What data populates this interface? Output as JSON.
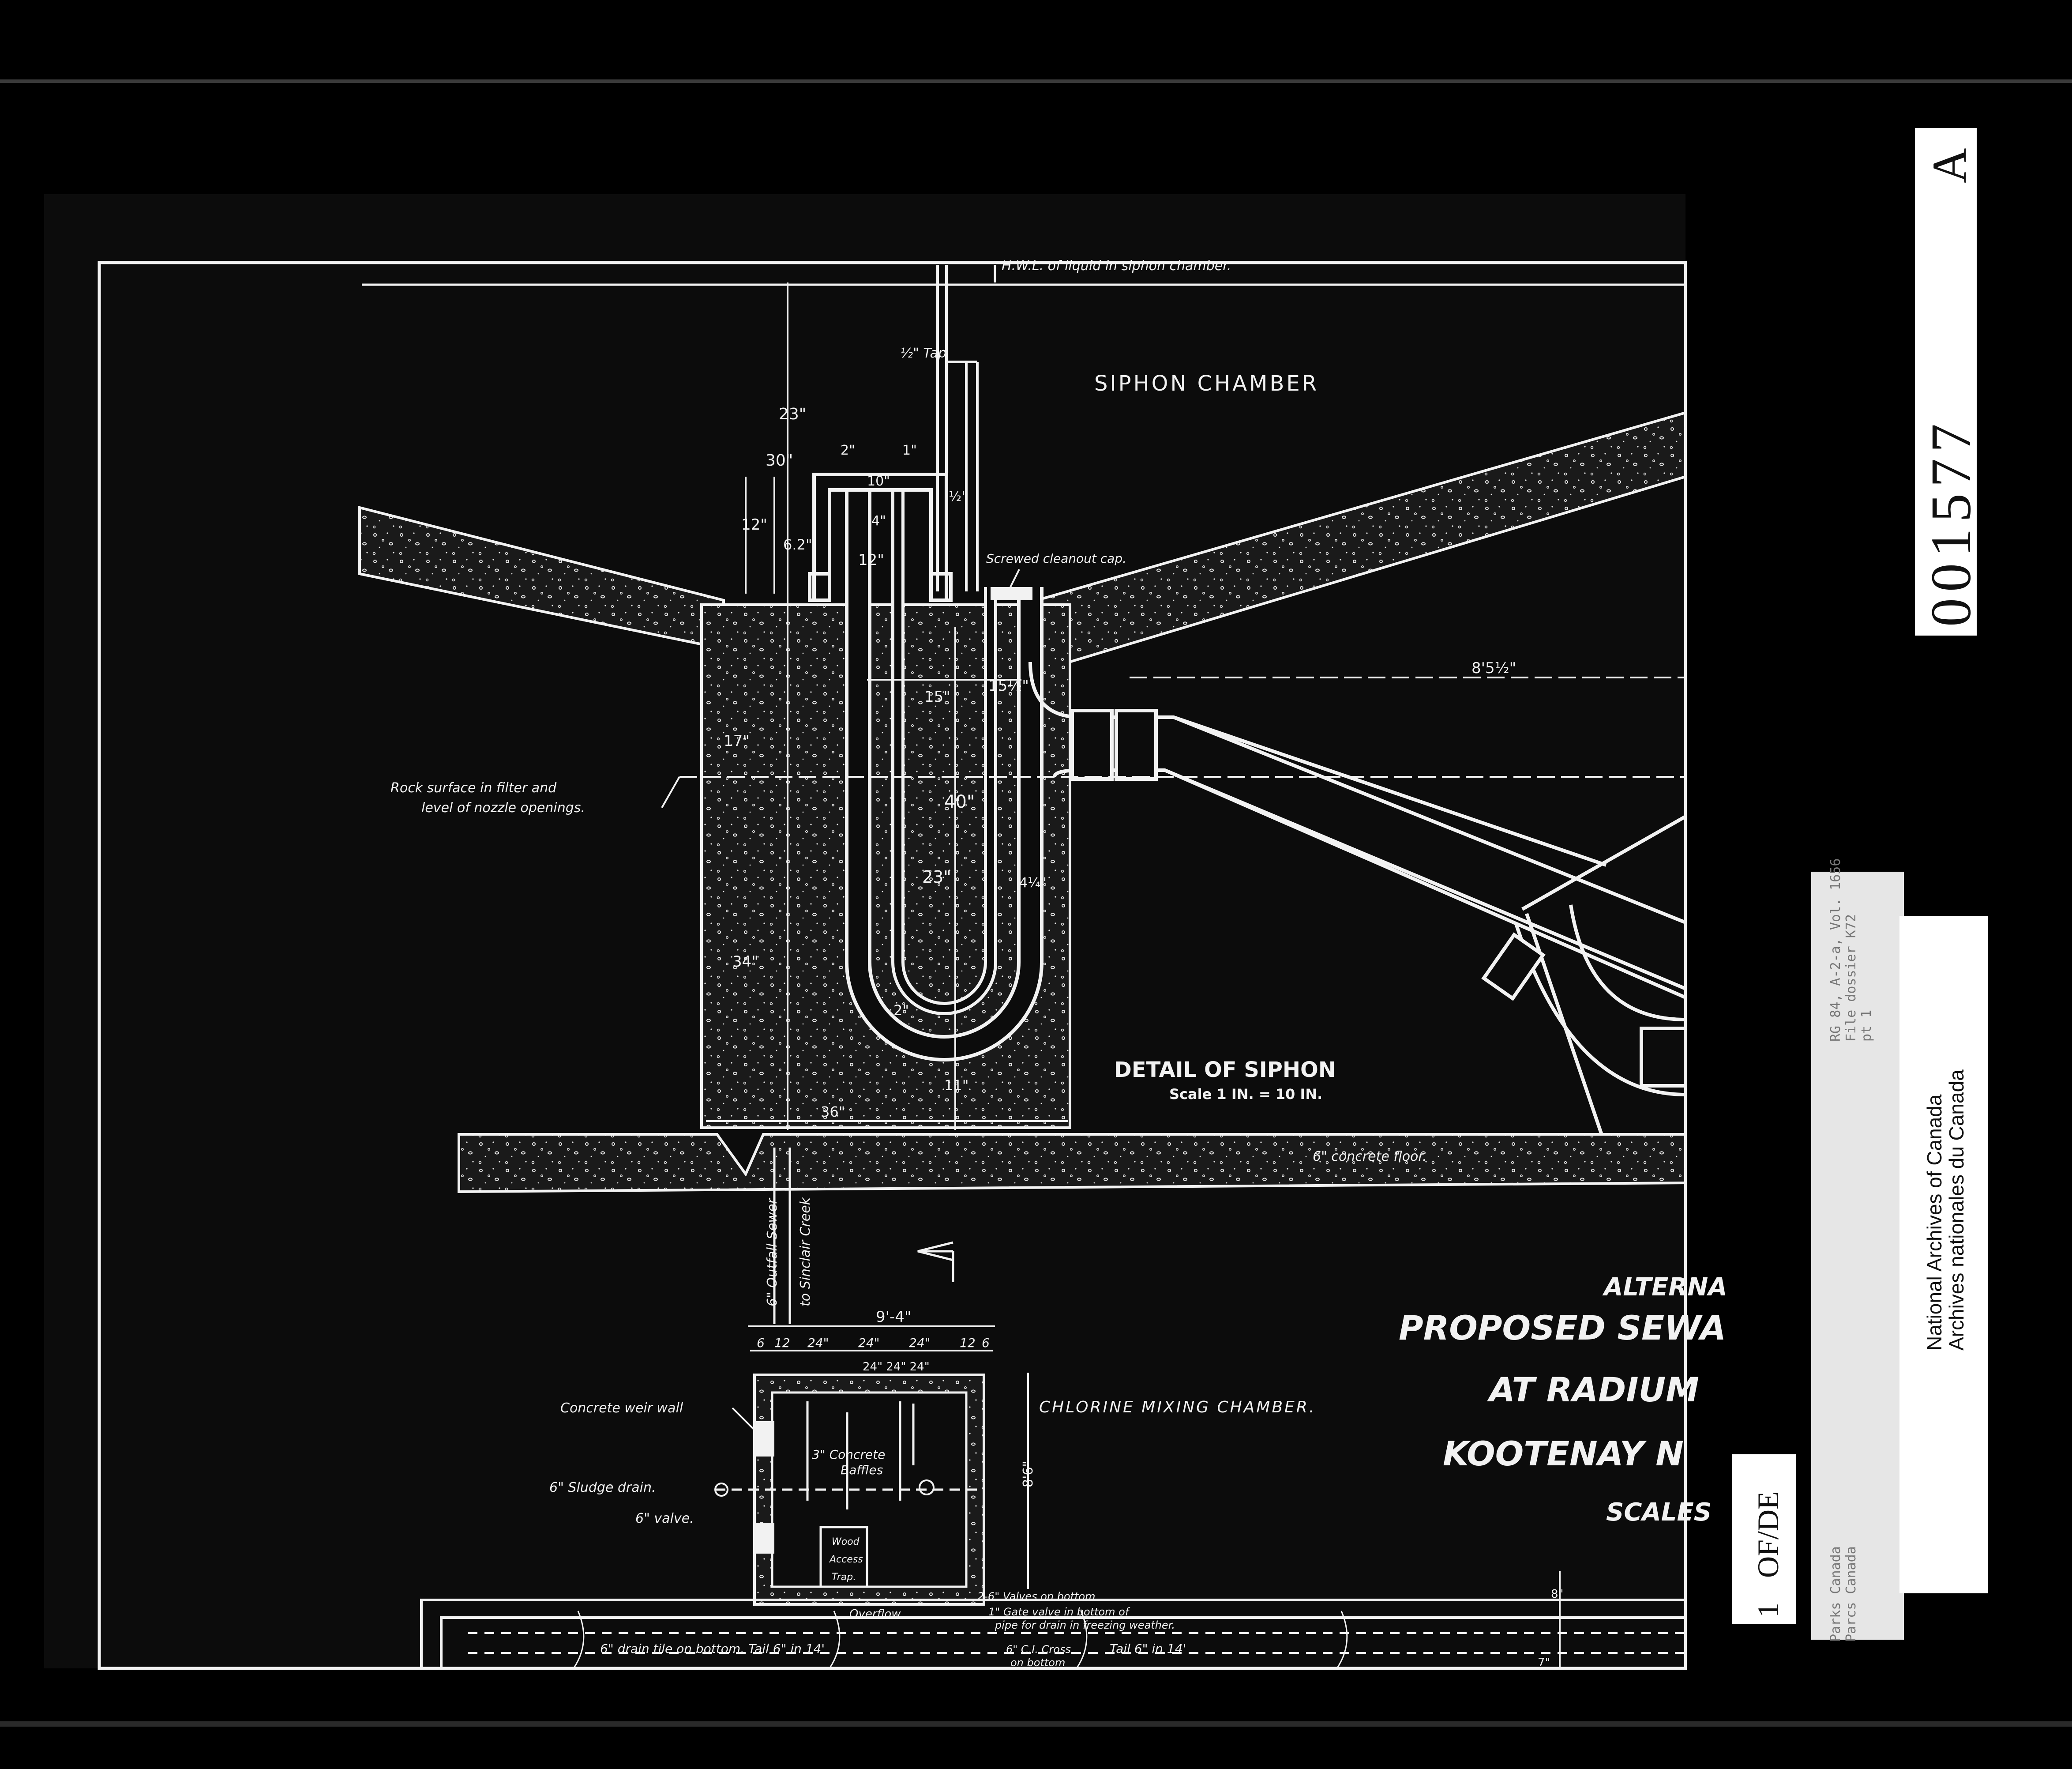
{
  "colors": {
    "background": "#000000",
    "blueprint_ground": "#0c0c0c",
    "linework": "#f2f2f2",
    "label_paper": "#ffffff"
  },
  "drawing": {
    "hwl_note": "H.W.L. of liquid in siphon chamber.",
    "siphon_chamber_title": "SIPHON CHAMBER",
    "pipe_size_note": "½\" Tap",
    "cleanout_note": "Screwed cleanout cap.",
    "rock_surface_note_1": "Rock surface in filter and",
    "rock_surface_note_2": "level of nozzle openings.",
    "detail_title": "DETAIL OF SIPHON",
    "detail_scale": "Scale 1 IN. = 10 IN.",
    "floor_note": "6\" concrete floor.",
    "outfall_sewer_note": "6\" Outfall Sewer",
    "sinclair_creek_note": "to Sinclair Creek",
    "chlorine_chamber_title": "CHLORINE MIXING CHAMBER.",
    "weir_wall_note": "Concrete weir wall",
    "sludge_drain_note": "6\" Sludge drain.",
    "valve_note": "6\" valve.",
    "baffles_note_1": "3\" Concrete",
    "baffles_note_2": "Baffles",
    "access_trap_1": "Wood",
    "access_trap_2": "Access",
    "access_trap_3": "Trap.",
    "overflow_note": "Overflow",
    "gate_valves_note_1": "1\" Gate valve in bottom of",
    "gate_valves_note_2": "pipe for drain in freezing weather.",
    "valves_bottom_note": "2-6\" Valves on bottom",
    "drain_tile_note": "6\" drain tile on bottom. Tail 6\" in 14'",
    "tail_note": "Tail 6\" in 14'",
    "cross_note_1": "6\" C.I. Cross",
    "cross_note_2": "on bottom",
    "title_line_1": "ALTERNA",
    "title_line_2": "PROPOSED SEWA",
    "title_line_3": "AT RADIUM",
    "title_line_4": "KOOTENAY N",
    "title_line_5": "SCALES",
    "dimensions": {
      "d_23_top": "23\"",
      "d_30": "30\"",
      "d_12_left": "12\"",
      "d_6_2": "6.2\"",
      "d_2_a": "2\"",
      "d_1": "1\"",
      "d_10": "10\"",
      "d_1_2_a": "½\"",
      "d_4": "4\"",
      "d_12_inner": "12\"",
      "d_17": "17\"",
      "d_15": "15\"",
      "d_15_5": "15½\"",
      "d_40": "40\"",
      "d_23_mid": "23\"",
      "d_34": "34\"",
      "d_2_b": "2\"",
      "d_11": "11\"",
      "d_36": "36\"",
      "d_4_q": "4¼\"",
      "d_8_5": "8'5½\"",
      "d_9_4": "9'-4\"",
      "d_row": [
        "6",
        "12",
        "24\"",
        "24\"",
        "24\"",
        "12",
        "6"
      ],
      "d_baffle_top": "24\" 24\" 24\"",
      "d_8_6": "8'6\"",
      "d_8_small": "8\"",
      "d_7": "7\""
    }
  },
  "archive_label": {
    "reference_1": "RG 84, A-2-a, Vol. 1656",
    "reference_2": "File dossier K72",
    "reference_3": "pt 1",
    "source_en": "Parks Canada",
    "source_fr": "Parcs Canada",
    "archives_en": "National Archives of Canada",
    "archives_fr": "Archives nationales du Canada"
  },
  "frame_number": {
    "number": "001577",
    "suffix": "A"
  },
  "sheet_tag": {
    "count": "1",
    "text": "OF/DE"
  }
}
